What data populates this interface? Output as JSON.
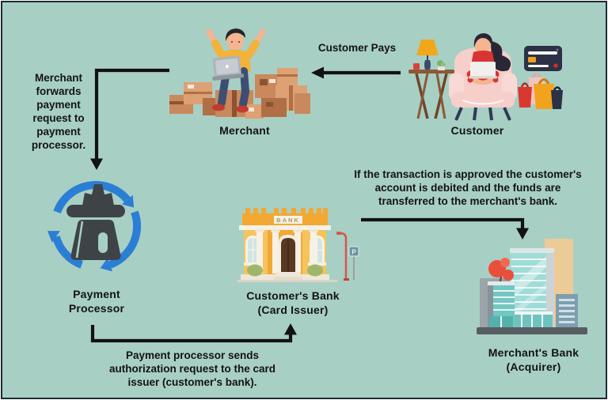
{
  "frame": {
    "background": "#a8cfc4",
    "border_color": "#1e2a33"
  },
  "palette": {
    "arrow_black": "#121212",
    "processor_blue": "#2a7fd4",
    "bank_yellow": "#f2a832",
    "tower_teal": "#72c7c2",
    "box_tan": "#c9895d",
    "chair_pink": "#f6cfcb",
    "accent_red": "#d93434"
  },
  "nodes": {
    "merchant": {
      "label": "Merchant"
    },
    "customer": {
      "label": "Customer"
    },
    "payment_processor": {
      "label": "Payment Processor",
      "lines": [
        "Payment",
        "Processor"
      ]
    },
    "customers_bank": {
      "label": "Customer's Bank (Card Issuer)",
      "lines": [
        "Customer's Bank",
        "(Card Issuer)"
      ],
      "building_sign": "BANK",
      "street_sign": "P"
    },
    "merchants_bank": {
      "label": "Merchant's Bank (Acquirer)",
      "lines": [
        "Merchant's Bank",
        "(Acquirer)"
      ]
    }
  },
  "edges": {
    "customer_pays": {
      "from": "Customer",
      "to": "Merchant",
      "label": "Customer Pays"
    },
    "merchant_to_processor": {
      "from": "Merchant",
      "to": "Payment Processor",
      "label": "Merchant forwards payment request to payment processor.",
      "lines": [
        "Merchant",
        "forwards",
        "payment",
        "request to",
        "payment",
        "processor."
      ]
    },
    "processor_to_bank": {
      "from": "Payment Processor",
      "to": "Customer's Bank (Card Issuer)",
      "label": "Payment processor sends authorization request to the card issuer (customer's bank).",
      "lines": [
        "Payment processor sends",
        "authorization request to the card",
        "issuer (customer's bank)."
      ]
    },
    "bank_to_merchants_bank": {
      "from": "Customer's Bank (Card Issuer)",
      "to": "Merchant's Bank (Acquirer)",
      "label": "If the transaction is approved the customer's account is debited and the funds are transferred to the merchant's bank.",
      "lines": [
        "If the transaction is approved the customer's",
        "account is debited and the funds are",
        "transferred to the merchant's bank."
      ]
    }
  }
}
